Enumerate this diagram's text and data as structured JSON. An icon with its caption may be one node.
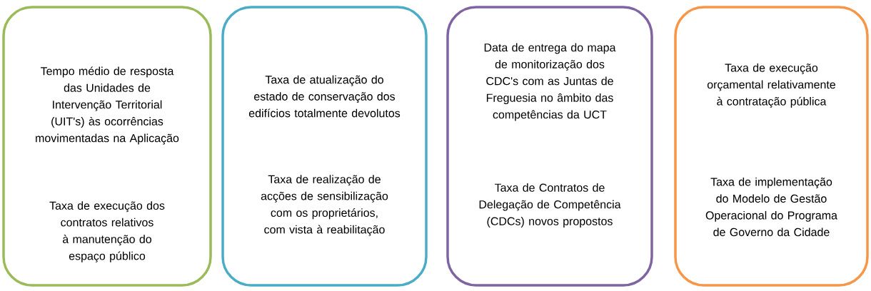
{
  "diagram": {
    "nodes": [
      {
        "text": [
          "Tempo médio de resposta das Unidades de Intervenção Territorial (UIT's) às ocorrências movimentadas na Aplicação",
          "Taxa de execução dos contratos relativos à manutenção do espaço público"
        ]
      },
      {
        "text": [
          "Taxa de atualização do estado de conservação dos edifícios totalmente devolutos",
          "Taxa de realização de acções de sensibilização com os proprietários, com vista à reabilitação"
        ]
      },
      {
        "text": [
          "Data de entrega do mapa de monitorização dos CDC's com as Juntas de Freguesia no âmbito das competências da UCT",
          "Taxa de Contratos de Delegação de Competência (CDCs) novos propostos"
        ]
      },
      {
        "text": [
          "Taxa de execução orçamental relativamente à contratação pública",
          "Taxa de implementação do Modelo de Gestão Operacional do Programa de Governo da Cidade"
        ]
      }
    ]
  }
}
